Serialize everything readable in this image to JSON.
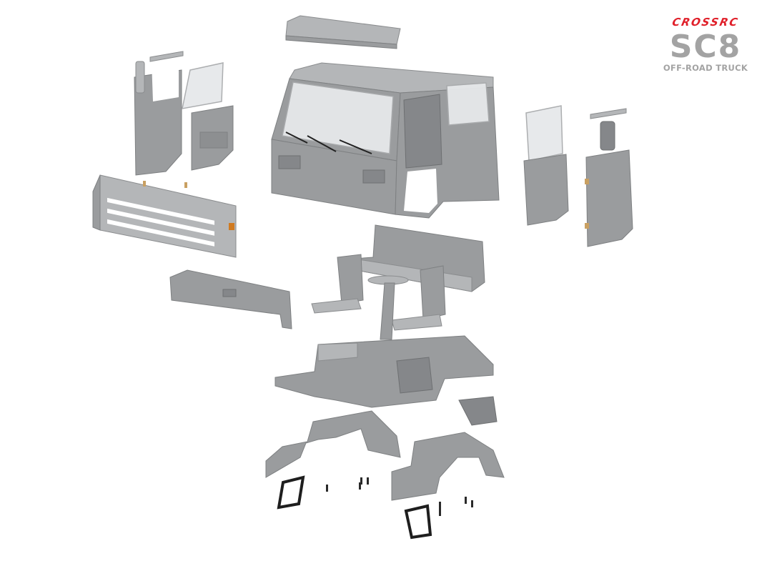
{
  "logo": {
    "brand": "CROSSRC",
    "model": "SC8",
    "subtitle": "OFF-ROAD TRUCK",
    "brand_color": "#e0202a",
    "model_color": "#a3a3a3"
  },
  "scene": {
    "description": "Exploded view of truck cab body parts",
    "parts": [
      "roof-visor",
      "cab-shell",
      "left-door-frame",
      "left-door-window",
      "left-door-inner-panel",
      "front-grille",
      "right-door-window-panel",
      "right-door",
      "dashboard",
      "rear-bench-seat",
      "driver-seat",
      "passenger-seat",
      "steering-column",
      "cab-floor",
      "pedal-box",
      "left-fender",
      "right-fender",
      "left-step-frame",
      "right-step-frame",
      "screws"
    ],
    "colors": {
      "part": "#9a9c9e",
      "background": "#ffffff",
      "glass": "#e6e8ea",
      "step_frame": "#1e1e1e",
      "indicator": "#d07a20"
    }
  }
}
